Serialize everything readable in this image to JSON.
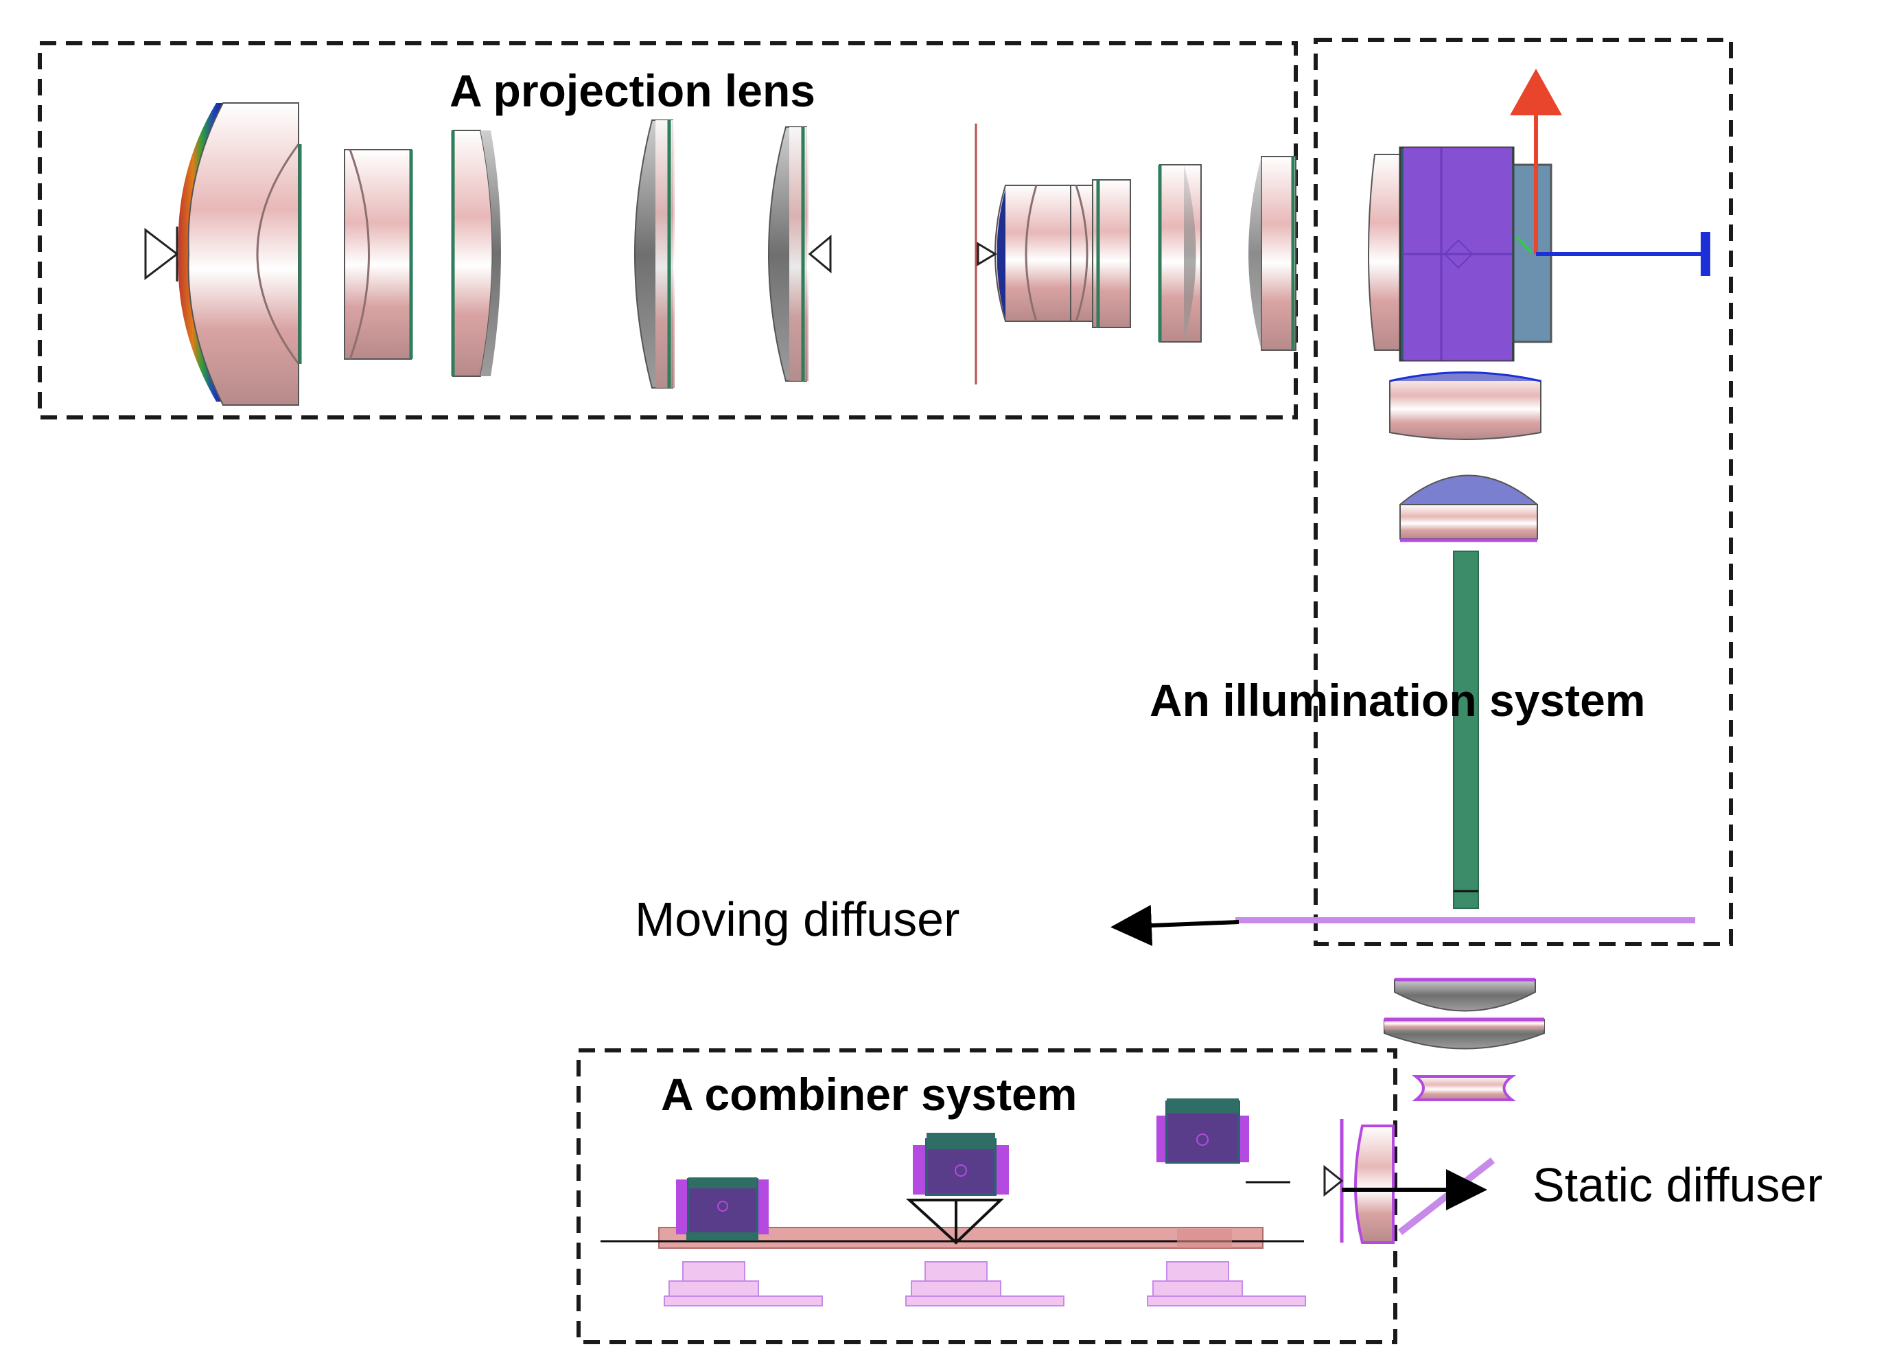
{
  "labels": {
    "projection": "A projection lens",
    "illumination": "An illumination system",
    "moving": "Moving diffuser",
    "combiner": "A combiner system",
    "static": "Static diffuser"
  },
  "colors": {
    "lens_pink": "#e8b8b8",
    "lens_grey": "#8a8a8a",
    "edge_green": "#2e7d5b",
    "prism_purple": "#9b4dea",
    "cube_purple": "#b44ae0",
    "beam_green": "#3c8c6a",
    "diffuser_violet": "#c88ae8",
    "arrow_red": "#e8452c",
    "arrow_blue": "#1c2fd8",
    "rod_pink": "#e3a3a3",
    "lens_blue": "#7b7fd0"
  },
  "icons": [
    "dashed-frame",
    "arrow-icon",
    "lens-element",
    "prism-icon",
    "led-package-icon"
  ]
}
